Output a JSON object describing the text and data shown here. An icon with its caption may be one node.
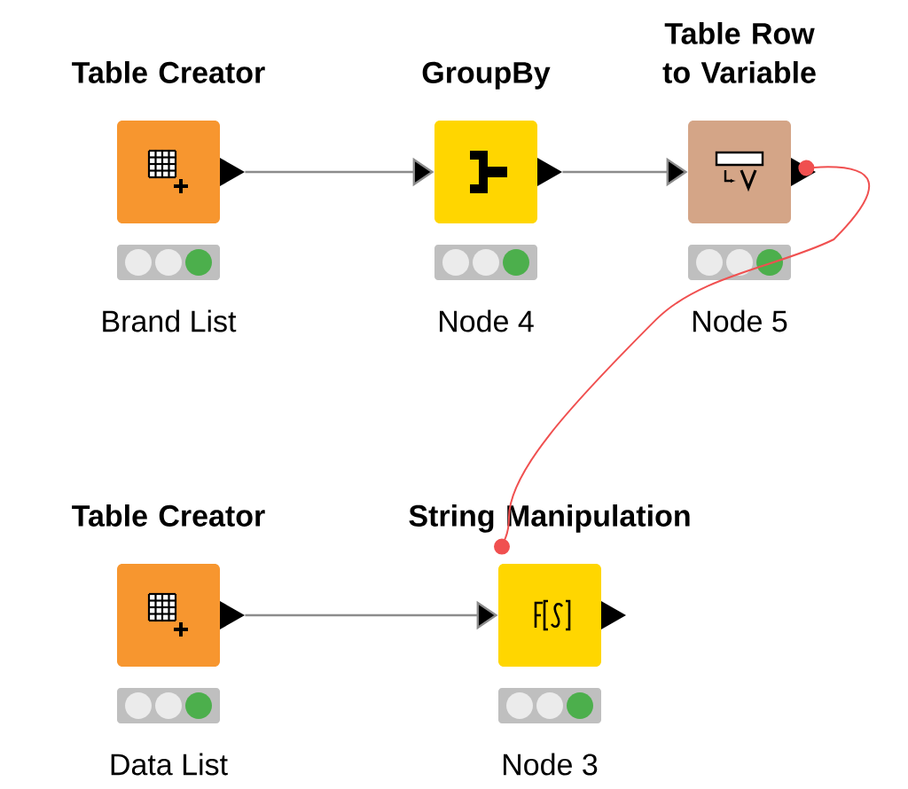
{
  "diagram": {
    "nodes": [
      {
        "text": [
          "Table Creator"
        ],
        "beside": [
          "Brand List"
        ]
      },
      {
        "text": [
          "GroupBy"
        ],
        "beside": [
          "Node 4"
        ]
      },
      {
        "text": [
          "Table Row to Variable"
        ],
        "beside": [
          "Node 5"
        ]
      },
      {
        "text": [
          "Table Creator"
        ],
        "beside": [
          "Data List"
        ]
      },
      {
        "text": [
          "String Manipulation"
        ],
        "beside": [
          "Node 3"
        ]
      }
    ],
    "edges": [
      {
        "from": 0,
        "to": 1,
        "arrow": "to"
      },
      {
        "from": 1,
        "to": 2,
        "arrow": "to"
      },
      {
        "from": 2,
        "to": 4,
        "arrow": "other",
        "color": "#f05050"
      },
      {
        "from": 3,
        "to": 4,
        "arrow": "to"
      }
    ]
  }
}
